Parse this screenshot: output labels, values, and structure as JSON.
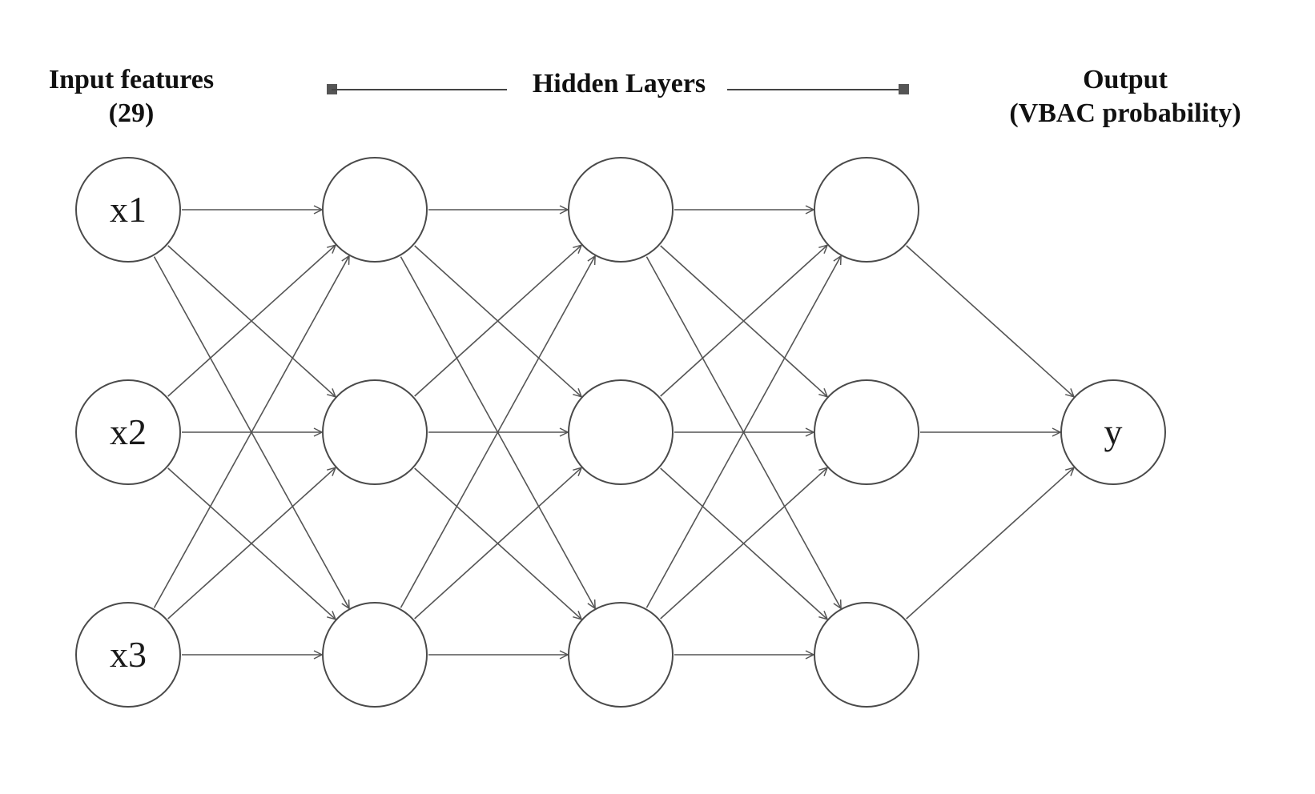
{
  "headers": {
    "input_line1": "Input features",
    "input_line2": "(29)",
    "hidden": "Hidden Layers",
    "output_line1": "Output",
    "output_line2": "(VBAC probability)"
  },
  "input_nodes": [
    "x1",
    "x2",
    "x3"
  ],
  "hidden_layer_count": 3,
  "hidden_layer_size": 3,
  "output_nodes": [
    "y"
  ],
  "colors": {
    "stroke": "#4a4a4a",
    "edge": "#555555",
    "text": "#111111"
  }
}
